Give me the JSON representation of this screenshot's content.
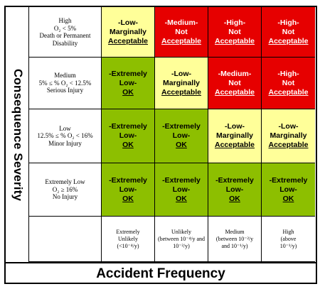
{
  "title_y": "Consequence Severity",
  "title_x": "Accident Frequency",
  "colors": {
    "red": "#e60000",
    "yellow": "#ffff99",
    "green": "#8dbf00",
    "white_text": "#ffffff"
  },
  "severity_rows": [
    {
      "label": "High",
      "detail": "O₂ < 5%",
      "note": "Death or Permanent Disability"
    },
    {
      "label": "Medium",
      "detail": "5% ≤ % O₂ < 12.5%",
      "note": "Serious Injury"
    },
    {
      "label": "Low",
      "detail": "12.5% ≤ % O₂ < 16%",
      "note": "Minor Injury"
    },
    {
      "label": "Extremely Low",
      "detail": "O₂ ≥ 16%",
      "note": "No Injury"
    }
  ],
  "frequency_cols": [
    {
      "line1": "Extremely",
      "line2": "Unlikely",
      "line3": "(<10⁻⁴/y)"
    },
    {
      "line1": "Unlikely",
      "line2": "(between 10⁻⁴/y and 10⁻²/y)",
      "line3": ""
    },
    {
      "line1": "Medium",
      "line2": "(between 10⁻²/y",
      "line3": "and 10⁻¹/y)"
    },
    {
      "line1": "High",
      "line2": "(above",
      "line3": "10⁻¹/y)"
    }
  ],
  "cells": [
    [
      {
        "l1": "-Low-",
        "l2": "Marginally",
        "l3": "Acceptable",
        "c": "yellow"
      },
      {
        "l1": "-Medium-",
        "l2": "Not",
        "l3": "Acceptable",
        "c": "red"
      },
      {
        "l1": "-High-",
        "l2": "Not",
        "l3": "Acceptable",
        "c": "red"
      },
      {
        "l1": "-High-",
        "l2": "Not",
        "l3": "Acceptable",
        "c": "red"
      }
    ],
    [
      {
        "l1": "-Extremely",
        "l2": "Low-",
        "l3": "OK",
        "c": "green"
      },
      {
        "l1": "-Low-",
        "l2": "Marginally",
        "l3": "Acceptable",
        "c": "yellow"
      },
      {
        "l1": "-Medium-",
        "l2": "Not",
        "l3": "Acceptable",
        "c": "red"
      },
      {
        "l1": "-High-",
        "l2": "Not",
        "l3": "Acceptable",
        "c": "red"
      }
    ],
    [
      {
        "l1": "-Extremely",
        "l2": "Low-",
        "l3": "OK",
        "c": "green"
      },
      {
        "l1": "-Extremely",
        "l2": "Low-",
        "l3": "OK",
        "c": "green"
      },
      {
        "l1": "-Low-",
        "l2": "Marginally",
        "l3": "Acceptable",
        "c": "yellow"
      },
      {
        "l1": "-Low-",
        "l2": "Marginally",
        "l3": "Acceptable",
        "c": "yellow"
      }
    ],
    [
      {
        "l1": "-Extremely",
        "l2": "Low-",
        "l3": "OK",
        "c": "green"
      },
      {
        "l1": "-Extremely",
        "l2": "Low-",
        "l3": "OK",
        "c": "green"
      },
      {
        "l1": "-Extremely",
        "l2": "Low-",
        "l3": "OK",
        "c": "green"
      },
      {
        "l1": "-Extremely",
        "l2": "Low-",
        "l3": "OK",
        "c": "green"
      }
    ]
  ]
}
